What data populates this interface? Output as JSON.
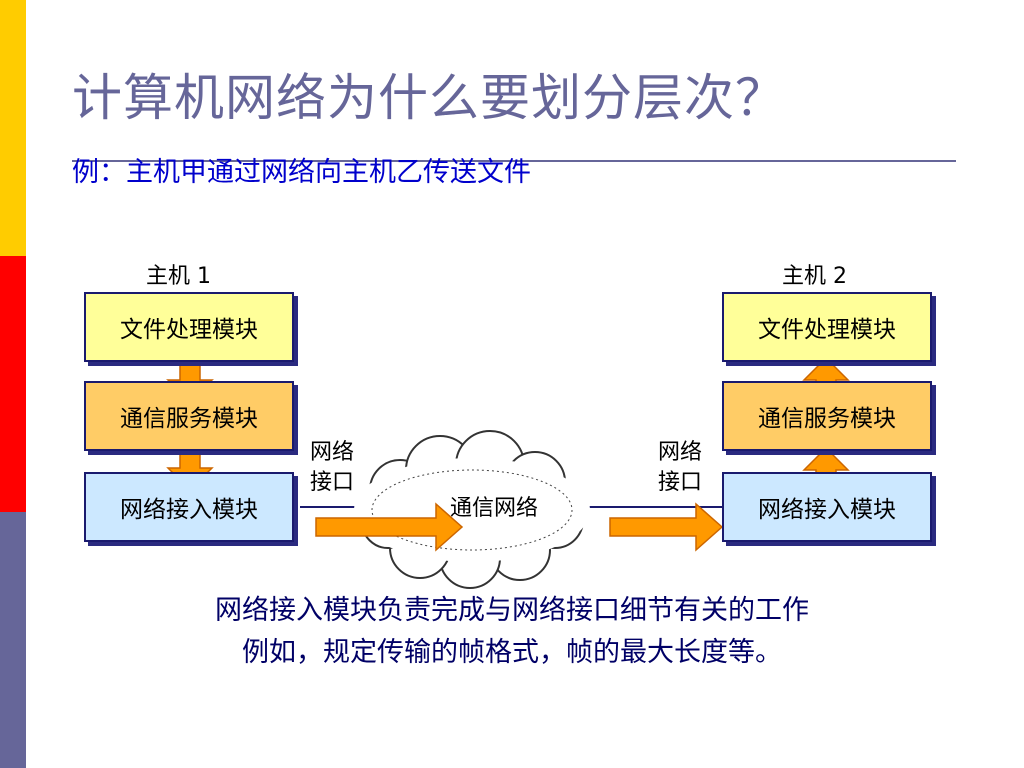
{
  "title": "计算机网络为什么要划分层次？",
  "subtitle": "例：主机甲通过网络向主机乙传送文件",
  "host1": {
    "label": "主机 1",
    "file_module": "文件处理模块",
    "comm_module": "通信服务模块",
    "net_module": "网络接入模块"
  },
  "host2": {
    "label": "主机 2",
    "file_module": "文件处理模块",
    "comm_module": "通信服务模块",
    "net_module": "网络接入模块"
  },
  "interface_left": {
    "line1": "网络",
    "line2": "接口"
  },
  "interface_right": {
    "line1": "网络",
    "line2": "接口"
  },
  "cloud_label": "通信网络",
  "caption": {
    "line1": "网络接入模块负责完成与网络接口细节有关的工作",
    "line2": "例如，规定传输的帧格式，帧的最大长度等。"
  },
  "colors": {
    "file_module": "#ffff99",
    "comm_module": "#ffcc66",
    "net_module": "#cce8ff",
    "arrow": "#ff9900",
    "title": "#666699",
    "subtitle": "#0000cc"
  }
}
